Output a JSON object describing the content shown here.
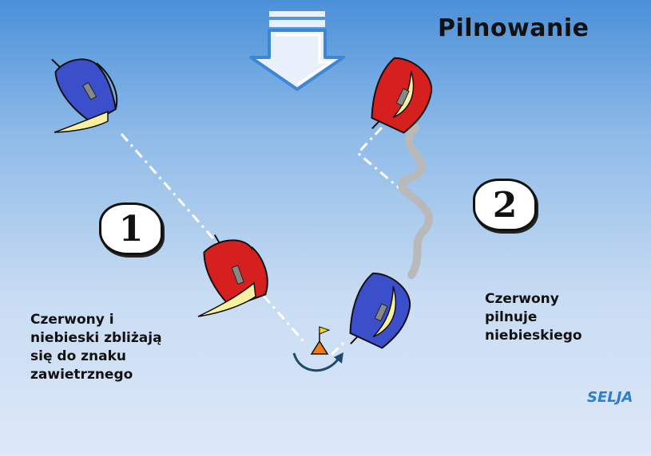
{
  "title": "Pilnowanie",
  "markers": {
    "one": "1",
    "two": "2"
  },
  "captions": {
    "left": [
      "Czerwony i",
      "niebieski zbliżają",
      "się do znaku",
      "zawietrznego"
    ],
    "right": [
      "Czerwony",
      "pilnuje",
      "niebieskiego"
    ]
  },
  "logo": "SELJA",
  "colors": {
    "red_boat": "#d61f1f",
    "blue_boat": "#3a4fc9",
    "sail": "#f6f0a0",
    "mark": "#f07a1a",
    "wake": "#b9b9b9",
    "course_line": "#ffffff",
    "arrow_turn": "#1c4b6b",
    "wind_arrow": "#3d86d6"
  },
  "icons": {
    "wind": "wind-direction-arrow-icon",
    "mark": "leeward-mark-buoy-icon",
    "turn": "rounding-arrow-icon"
  }
}
